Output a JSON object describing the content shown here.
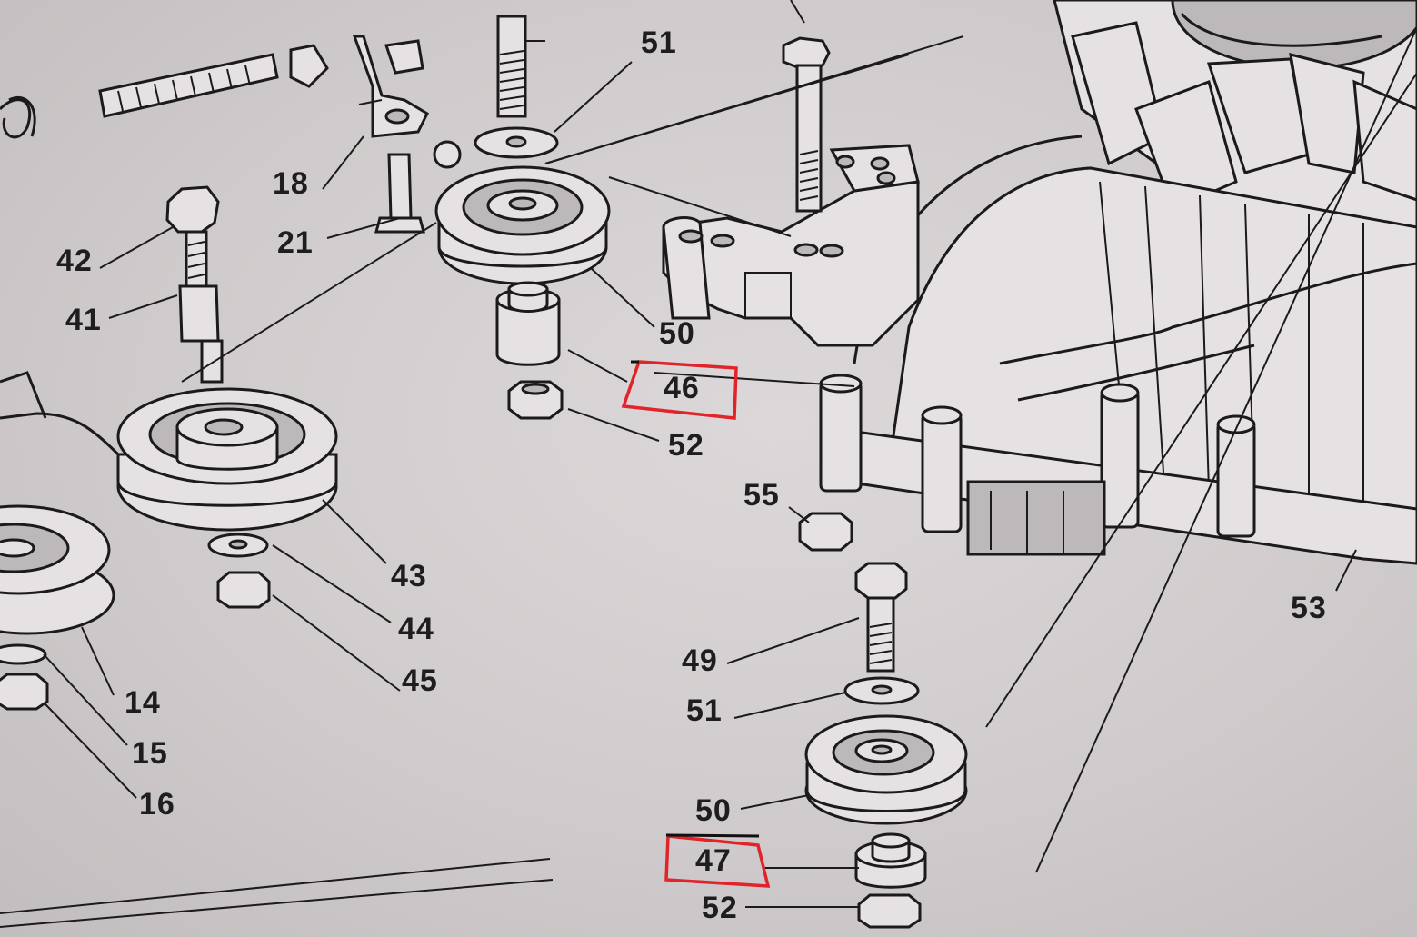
{
  "diagram": {
    "callouts": [
      {
        "id": "c51a",
        "text": "51"
      },
      {
        "id": "c18",
        "text": "18"
      },
      {
        "id": "c21",
        "text": "21"
      },
      {
        "id": "c42",
        "text": "42"
      },
      {
        "id": "c41",
        "text": "41"
      },
      {
        "id": "c50a",
        "text": "50"
      },
      {
        "id": "c46",
        "text": "46"
      },
      {
        "id": "c52a",
        "text": "52"
      },
      {
        "id": "c55",
        "text": "55"
      },
      {
        "id": "c43",
        "text": "43"
      },
      {
        "id": "c44",
        "text": "44"
      },
      {
        "id": "c45",
        "text": "45"
      },
      {
        "id": "c14",
        "text": "14"
      },
      {
        "id": "c15",
        "text": "15"
      },
      {
        "id": "c16",
        "text": "16"
      },
      {
        "id": "c53",
        "text": "53"
      },
      {
        "id": "c49",
        "text": "49"
      },
      {
        "id": "c51b",
        "text": "51"
      },
      {
        "id": "c50b",
        "text": "50"
      },
      {
        "id": "c47",
        "text": "47"
      },
      {
        "id": "c52b",
        "text": "52"
      }
    ],
    "highlights": [
      {
        "label": "46",
        "color": "#e0242a"
      },
      {
        "label": "47",
        "color": "#e0242a"
      }
    ]
  }
}
